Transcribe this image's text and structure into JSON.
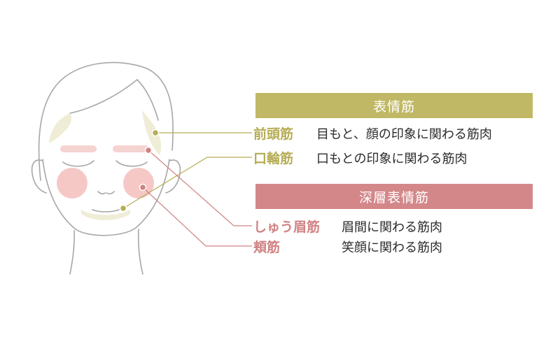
{
  "surface_group": {
    "title": "表情筋",
    "color": "#c0b864",
    "items": [
      {
        "term": "前頭筋",
        "description": "目もと、顔の印象に関わる筋肉"
      },
      {
        "term": "口輪筋",
        "description": "口もとの印象に関わる筋肉"
      }
    ]
  },
  "deep_group": {
    "title": "深層表情筋",
    "color": "#d38789",
    "items": [
      {
        "term": "しゅう眉筋",
        "description": "眉間に関わる筋肉"
      },
      {
        "term": "頬筋",
        "description": "笑顔に関わる筋肉"
      }
    ]
  }
}
